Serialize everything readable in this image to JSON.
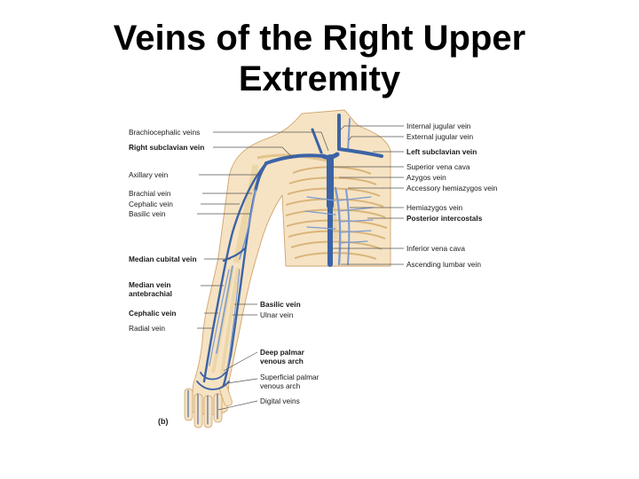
{
  "slide": {
    "title_line1": "Veins of the Right Upper",
    "title_line2": "Extremity"
  },
  "figure": {
    "panel_label": "(b)",
    "colors": {
      "skin": "#f6e3c3",
      "skin_outline": "#cfa36c",
      "bone": "#f1d9a6",
      "bone_outline": "#c89b5b",
      "vein": "#3c63a6",
      "vein_light": "#7d9bd0",
      "accent": "#c73f3f"
    },
    "left_labels": [
      {
        "id": "brachiocephalic-veins",
        "text": "Brachiocephalic veins"
      },
      {
        "id": "right-subclavian-vein",
        "text": "Right subclavian vein"
      },
      {
        "id": "axillary-vein",
        "text": "Axillary vein"
      },
      {
        "id": "brachial-vein",
        "text": "Brachial vein"
      },
      {
        "id": "cephalic-vein-upper",
        "text": "Cephalic vein"
      },
      {
        "id": "basilic-vein-upper",
        "text": "Basilic vein"
      },
      {
        "id": "median-cubital-vein",
        "text": "Median cubital vein"
      },
      {
        "id": "median-vein-antebrachial",
        "text": "Median vein",
        "text2": "antebrachial"
      },
      {
        "id": "cephalic-vein-lower",
        "text": "Cephalic vein"
      },
      {
        "id": "radial-vein",
        "text": "Radial vein"
      }
    ],
    "right_labels": [
      {
        "id": "internal-jugular-vein",
        "text": "Internal jugular vein"
      },
      {
        "id": "external-jugular-vein",
        "text": "External jugular vein"
      },
      {
        "id": "left-subclavian-vein",
        "text": "Left subclavian vein"
      },
      {
        "id": "superior-vena-cava",
        "text": "Superior vena cava"
      },
      {
        "id": "azygos-vein",
        "text": "Azygos vein"
      },
      {
        "id": "accessory-hemiazygos-vein",
        "text": "Accessory hemiazygos vein"
      },
      {
        "id": "hemiazygos-vein",
        "text": "Hemiazygos vein"
      },
      {
        "id": "posterior-intercostals",
        "text": "Posterior intercostals"
      },
      {
        "id": "inferior-vena-cava",
        "text": "Inferior vena cava"
      },
      {
        "id": "ascending-lumbar-vein",
        "text": "Ascending lumbar vein"
      }
    ],
    "middle_labels": [
      {
        "id": "basilic-vein-lower",
        "text": "Basilic vein"
      },
      {
        "id": "ulnar-vein",
        "text": "Ulnar vein"
      },
      {
        "id": "deep-palmar-venous-arch",
        "text": "Deep palmar",
        "text2": "venous arch"
      },
      {
        "id": "superficial-palmar-venous-arch",
        "text": "Superficial palmar",
        "text2": "venous arch"
      },
      {
        "id": "digital-veins",
        "text": "Digital veins"
      }
    ]
  }
}
